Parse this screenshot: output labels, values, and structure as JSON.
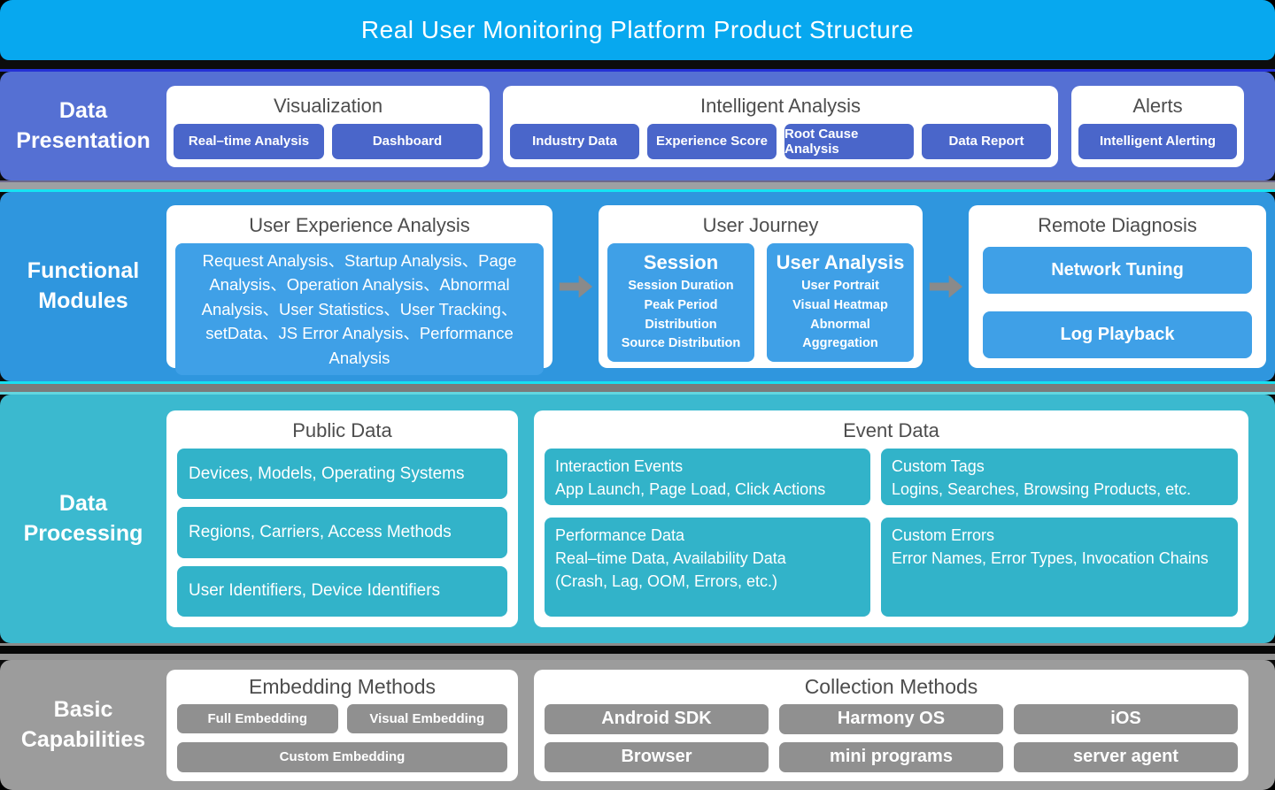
{
  "header": {
    "title": "Real User Monitoring Platform Product Structure"
  },
  "presentation": {
    "label_line1": "Data",
    "label_line2": "Presentation",
    "cards": {
      "visualization": {
        "title": "Visualization",
        "buttons": [
          "Real–time Analysis",
          "Dashboard"
        ]
      },
      "intelligent_analysis": {
        "title": "Intelligent Analysis",
        "buttons": [
          "Industry Data",
          "Experience Score",
          "Root Cause Analysis",
          "Data Report"
        ]
      },
      "alerts": {
        "title": "Alerts",
        "buttons": [
          "Intelligent Alerting"
        ]
      }
    }
  },
  "modules": {
    "label_line1": "Functional",
    "label_line2": "Modules",
    "user_experience": {
      "title": "User Experience Analysis",
      "items_text": "Request Analysis、Startup Analysis、Page Analysis、Operation Analysis、Abnormal Analysis、User Statistics、User Tracking、setData、JS Error Analysis、Performance Analysis"
    },
    "user_journey": {
      "title": "User Journey",
      "session": {
        "title": "Session",
        "lines": [
          "Session Duration",
          "Peak Period",
          "Distribution",
          "Source Distribution"
        ]
      },
      "user_analysis": {
        "title": "User Analysis",
        "lines": [
          "User Portrait",
          "Visual Heatmap",
          "Abnormal",
          "Aggregation"
        ]
      }
    },
    "remote_diagnosis": {
      "title": "Remote Diagnosis",
      "buttons": [
        "Network Tuning",
        "Log Playback"
      ]
    }
  },
  "processing": {
    "label_line1": "Data",
    "label_line2": "Processing",
    "public_data": {
      "title": "Public Data",
      "items": [
        "Devices, Models, Operating Systems",
        "Regions, Carriers, Access Methods",
        "User Identifiers, Device Identifiers"
      ]
    },
    "event_data": {
      "title": "Event Data",
      "items": [
        {
          "lines": [
            "Interaction Events",
            "App Launch, Page Load, Click Actions",
            ""
          ]
        },
        {
          "lines": [
            "Custom Tags",
            "Logins, Searches, Browsing Products, etc.",
            ""
          ]
        },
        {
          "lines": [
            "Performance Data",
            "Real–time Data, Availability Data",
            "(Crash, Lag, OOM, Errors, etc.)"
          ]
        },
        {
          "lines": [
            "Custom Errors",
            "Error Names, Error Types, Invocation Chains",
            ""
          ]
        }
      ]
    }
  },
  "basic": {
    "label_line1": "Basic",
    "label_line2": "Capabilities",
    "embedding": {
      "title": "Embedding Methods",
      "buttons": [
        "Full Embedding",
        "Visual Embedding",
        "Custom Embedding"
      ]
    },
    "collection": {
      "title": "Collection Methods",
      "buttons": [
        "Android SDK",
        "Harmony OS",
        "iOS",
        "Browser",
        "mini programs",
        "server agent"
      ]
    }
  },
  "colors": {
    "header_bg": "#07A8EF",
    "presentation_bg": "#5570D3",
    "presentation_button": "#4A66CA",
    "modules_bg": "#2F96DE",
    "modules_box": "#3FA0E7",
    "processing_bg": "#3BB9CF",
    "processing_box": "#32B3C9",
    "basic_bg": "#9C9C9C",
    "basic_button": "#909090",
    "card_bg": "#FFFFFF",
    "card_title_text": "#4D4D4D",
    "arrow": "#8A8A8A"
  }
}
